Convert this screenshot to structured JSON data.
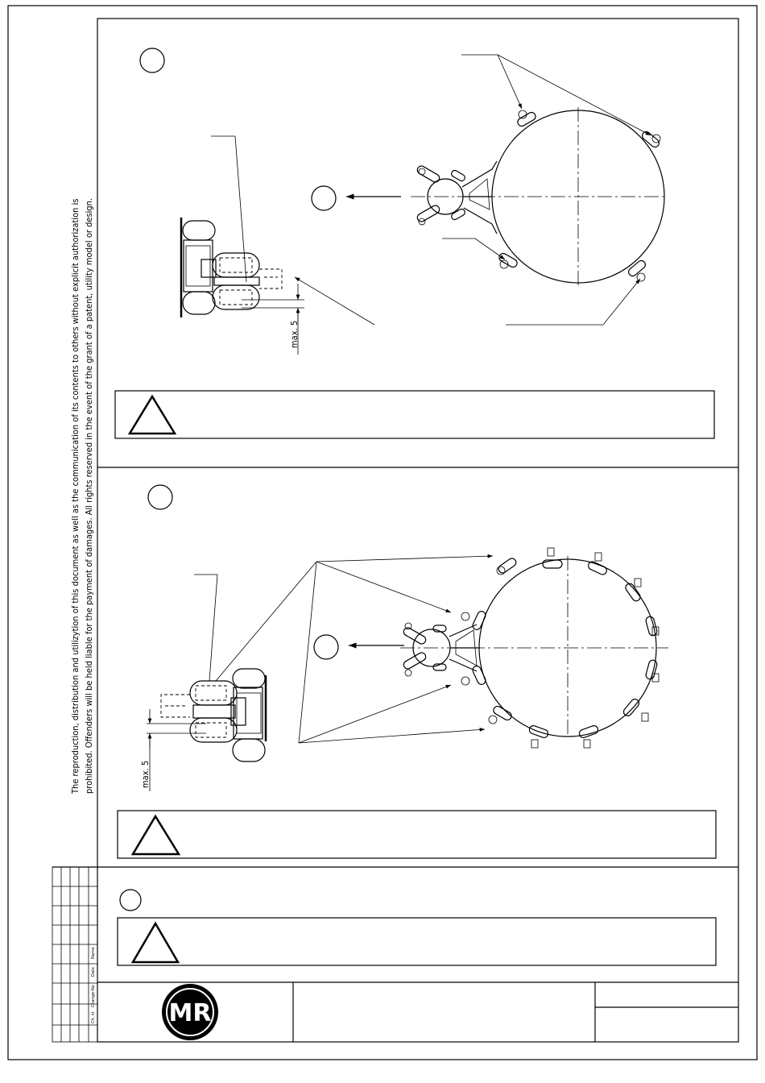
{
  "legal_notice": {
    "line1": "The reproduction, distribution and utilizytion of this document as well as the communication of its contents to others without explicit authorization is",
    "line2": "prohibited. Offenders will be held liable for the payment of damages. All rights reserved in the event of the grant of a patent, utility model or design."
  },
  "dimensions": {
    "top_max": "max. 5",
    "bottom_max": "max. 5"
  },
  "revision_table": {
    "col_ch": "Ch. st",
    "col_change": "Change-No",
    "col_date": "Date",
    "col_name": "Name"
  },
  "logo": {
    "text": "MR"
  }
}
